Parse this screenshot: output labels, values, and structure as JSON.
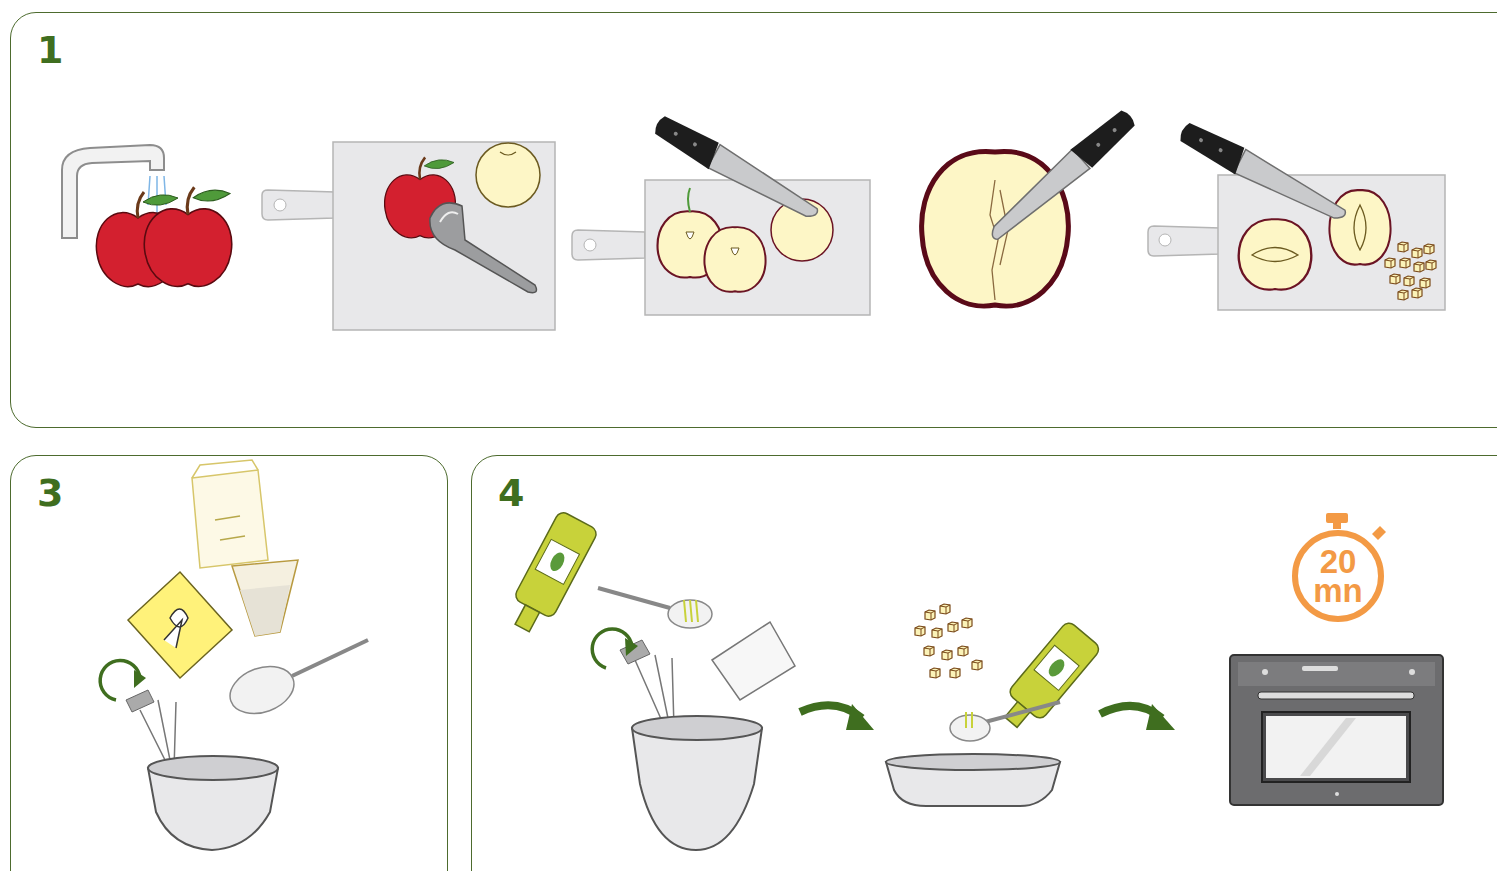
{
  "diagram": {
    "nodes": [
      {
        "text": [
          "1"
        ]
      },
      {
        "text": [
          "3"
        ]
      },
      {
        "text": [
          "4"
        ]
      },
      {
        "text": [
          "20 mn"
        ],
        "in": 2
      }
    ]
  }
}
